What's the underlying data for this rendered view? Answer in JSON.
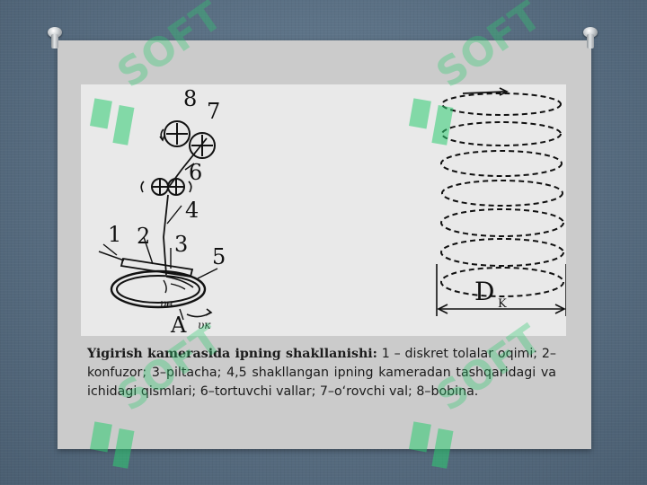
{
  "slide": {
    "caption": {
      "lead": "Yigirish kamerasida ipning shakllanishi:",
      "body": " 1 – diskret tolalar oqimi; 2– konfuzor; 3–piltacha; 4,5 shakllangan ipning kameradan tashqaridagi va ichidagi qismlari; 6–tortuvchi vallar; 7–o‘rovchi val; 8–bobina."
    }
  },
  "diagram": {
    "left_labels": {
      "l8": "8",
      "l7": "7",
      "l6": "6",
      "l4": "4",
      "l1": "1",
      "l2": "2",
      "l3": "3",
      "l5": "5",
      "lA": "A",
      "lub": "υв",
      "luk": "υк"
    },
    "right_labels": {
      "D": "D",
      "K": "K"
    }
  },
  "watermark": {
    "text": "SOFT"
  },
  "colors": {
    "background": "#5b7185",
    "card": "#cbcbcb",
    "figure": "#e9e9e9",
    "watermark": "#2ecc71"
  }
}
